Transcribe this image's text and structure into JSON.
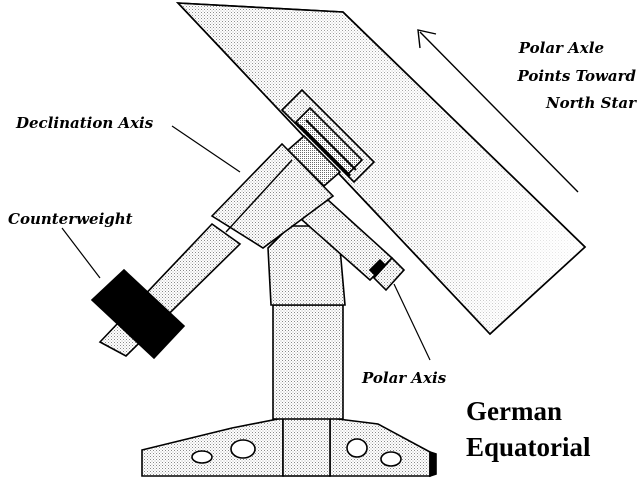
{
  "labels": {
    "declination_axis": "Declination Axis",
    "counterweight": "Counterweight",
    "polar_axis": "Polar Axis",
    "polar_axle_line1": "Polar Axle",
    "polar_axle_line2": "Points Toward",
    "polar_axle_line3": "North Star"
  },
  "title": {
    "line1": "German",
    "line2": "Equatorial"
  },
  "colors": {
    "ink": "#000000",
    "paper": "#ffffff",
    "stipple": "#a8a8a8"
  }
}
